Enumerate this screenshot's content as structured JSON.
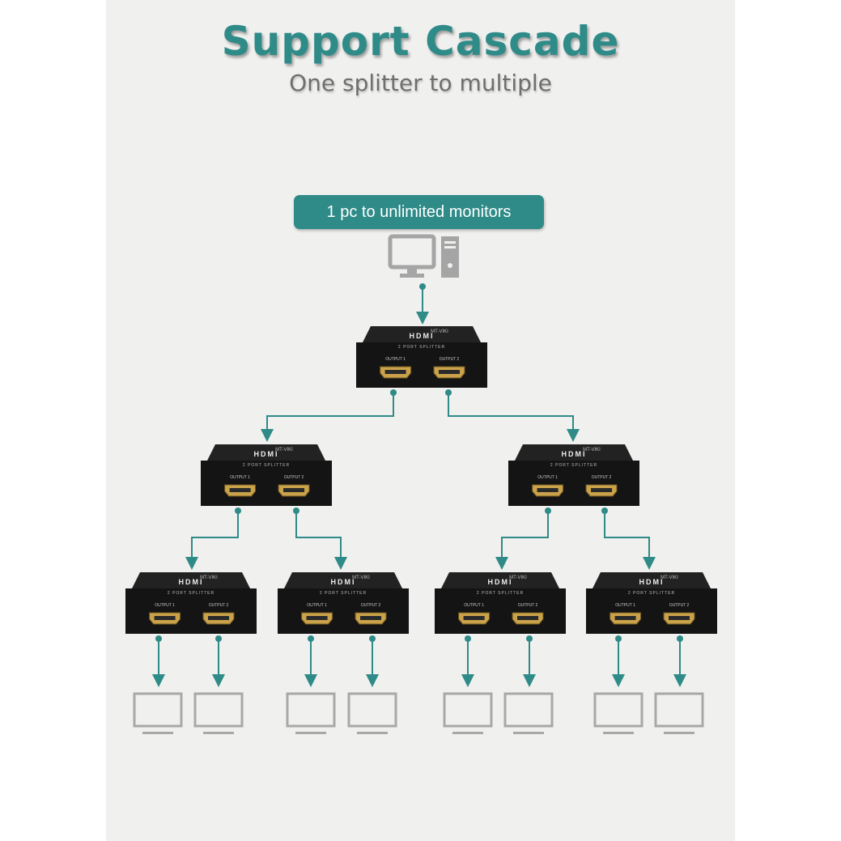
{
  "title": "Support Cascade",
  "subtitle": "One splitter to multiple",
  "badge": "1 pc to unlimited monitors",
  "splitter": {
    "model": "MT-VIKI",
    "brand": "HDMI",
    "type": "2 PORT SPLITTER",
    "port1": "OUTPUT 1",
    "port2": "OUTPUT 2"
  },
  "icons": {
    "source": "desktop-pc-icon",
    "monitor": "monitor-icon",
    "splitter": "hdmi-splitter-icon",
    "arrow": "arrow-down-icon"
  },
  "cascade": {
    "levels": 3,
    "outputs_per_splitter": 2,
    "monitor_count": 8
  },
  "colors": {
    "accent": "#2e8b88",
    "splitter_body": "#141414",
    "port_gold": "#c9a24a",
    "monitor_outline": "#a8a8a8",
    "subtitle": "#6f6f6f"
  }
}
